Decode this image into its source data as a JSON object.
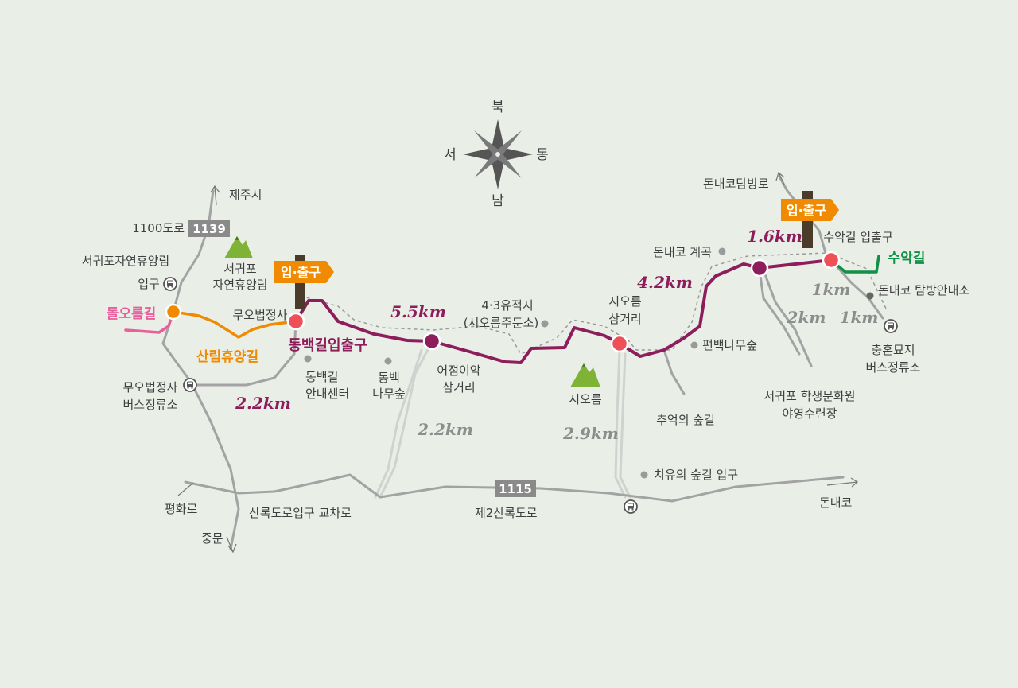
{
  "compass": {
    "north": "북",
    "south": "남",
    "east": "동",
    "west": "서"
  },
  "colors": {
    "background": "#e9efe7",
    "road": "#a3a3a3",
    "trail": "#cfd3cf",
    "dongbaek_route": "#8e1d5c",
    "orange_route": "#f08a00",
    "pink_route": "#e85f9b",
    "green_route": "#119147",
    "signpost": "#f08a00"
  },
  "roads": {
    "road_1139_prefix": "1100도로",
    "road_1139_number": "1139",
    "road_1115_number": "1115",
    "jeju_city": "제주시",
    "pyeonghwa": "평화로",
    "jungmun": "중문",
    "donnaeko": "돈내코",
    "donnaeko_trail_road": "돈내코탐방로",
    "sallok_crossing": "산록도로입구 교차로",
    "second_sallok": "제2산록도로"
  },
  "routes": {
    "dolleum": "돌오름길",
    "sallim": "산림휴양길",
    "dongbaek_entrance": "동백길입출구",
    "suak": "수악길"
  },
  "signposts": {
    "west": "입·출구",
    "east": "입·출구"
  },
  "distances": {
    "d_2_2_main": "2.2km",
    "d_5_5": "5.5km",
    "d_4_2": "4.2km",
    "d_1_6": "1.6km",
    "d_2_2_side": "2.2km",
    "d_2_9": "2.9km",
    "d_2_east": "2km",
    "d_1_a": "1km",
    "d_1_b": "1km"
  },
  "places": {
    "forest_entrance_1": "서귀포자연휴양림",
    "forest_entrance_2": "입구",
    "forest_1": "서귀포",
    "forest_2": "자연휴양림",
    "mueobeop_temple": "무오법정사",
    "mueobeop_bus_1": "무오법정사",
    "mueobeop_bus_2": "버스정류소",
    "dongbaek_center_1": "동백길",
    "dongbaek_center_2": "안내센터",
    "dongbaek_forest_1": "동백",
    "dongbaek_forest_2": "나무숲",
    "eojeom_1": "어점이악",
    "eojeom_2": "삼거리",
    "site43_1": "4·3유적지",
    "site43_2": "(시오름주둔소)",
    "sioreum_junction_1": "시오름",
    "sioreum_junction_2": "삼거리",
    "sioreum": "시오름",
    "pyeonbaek": "편백나무숲",
    "memory_forest": "추억의 숲길",
    "healing_forest": "치유의 숲길 입구",
    "donnaeko_valley": "돈내코 계곡",
    "suak_entrance": "수악길 입출구",
    "donnaeko_info": "돈내코 탐방안내소",
    "chunghon_1": "충혼묘지",
    "chunghon_2": "버스정류소",
    "student_center_1": "서귀포 학생문화원",
    "student_center_2": "야영수련장"
  }
}
